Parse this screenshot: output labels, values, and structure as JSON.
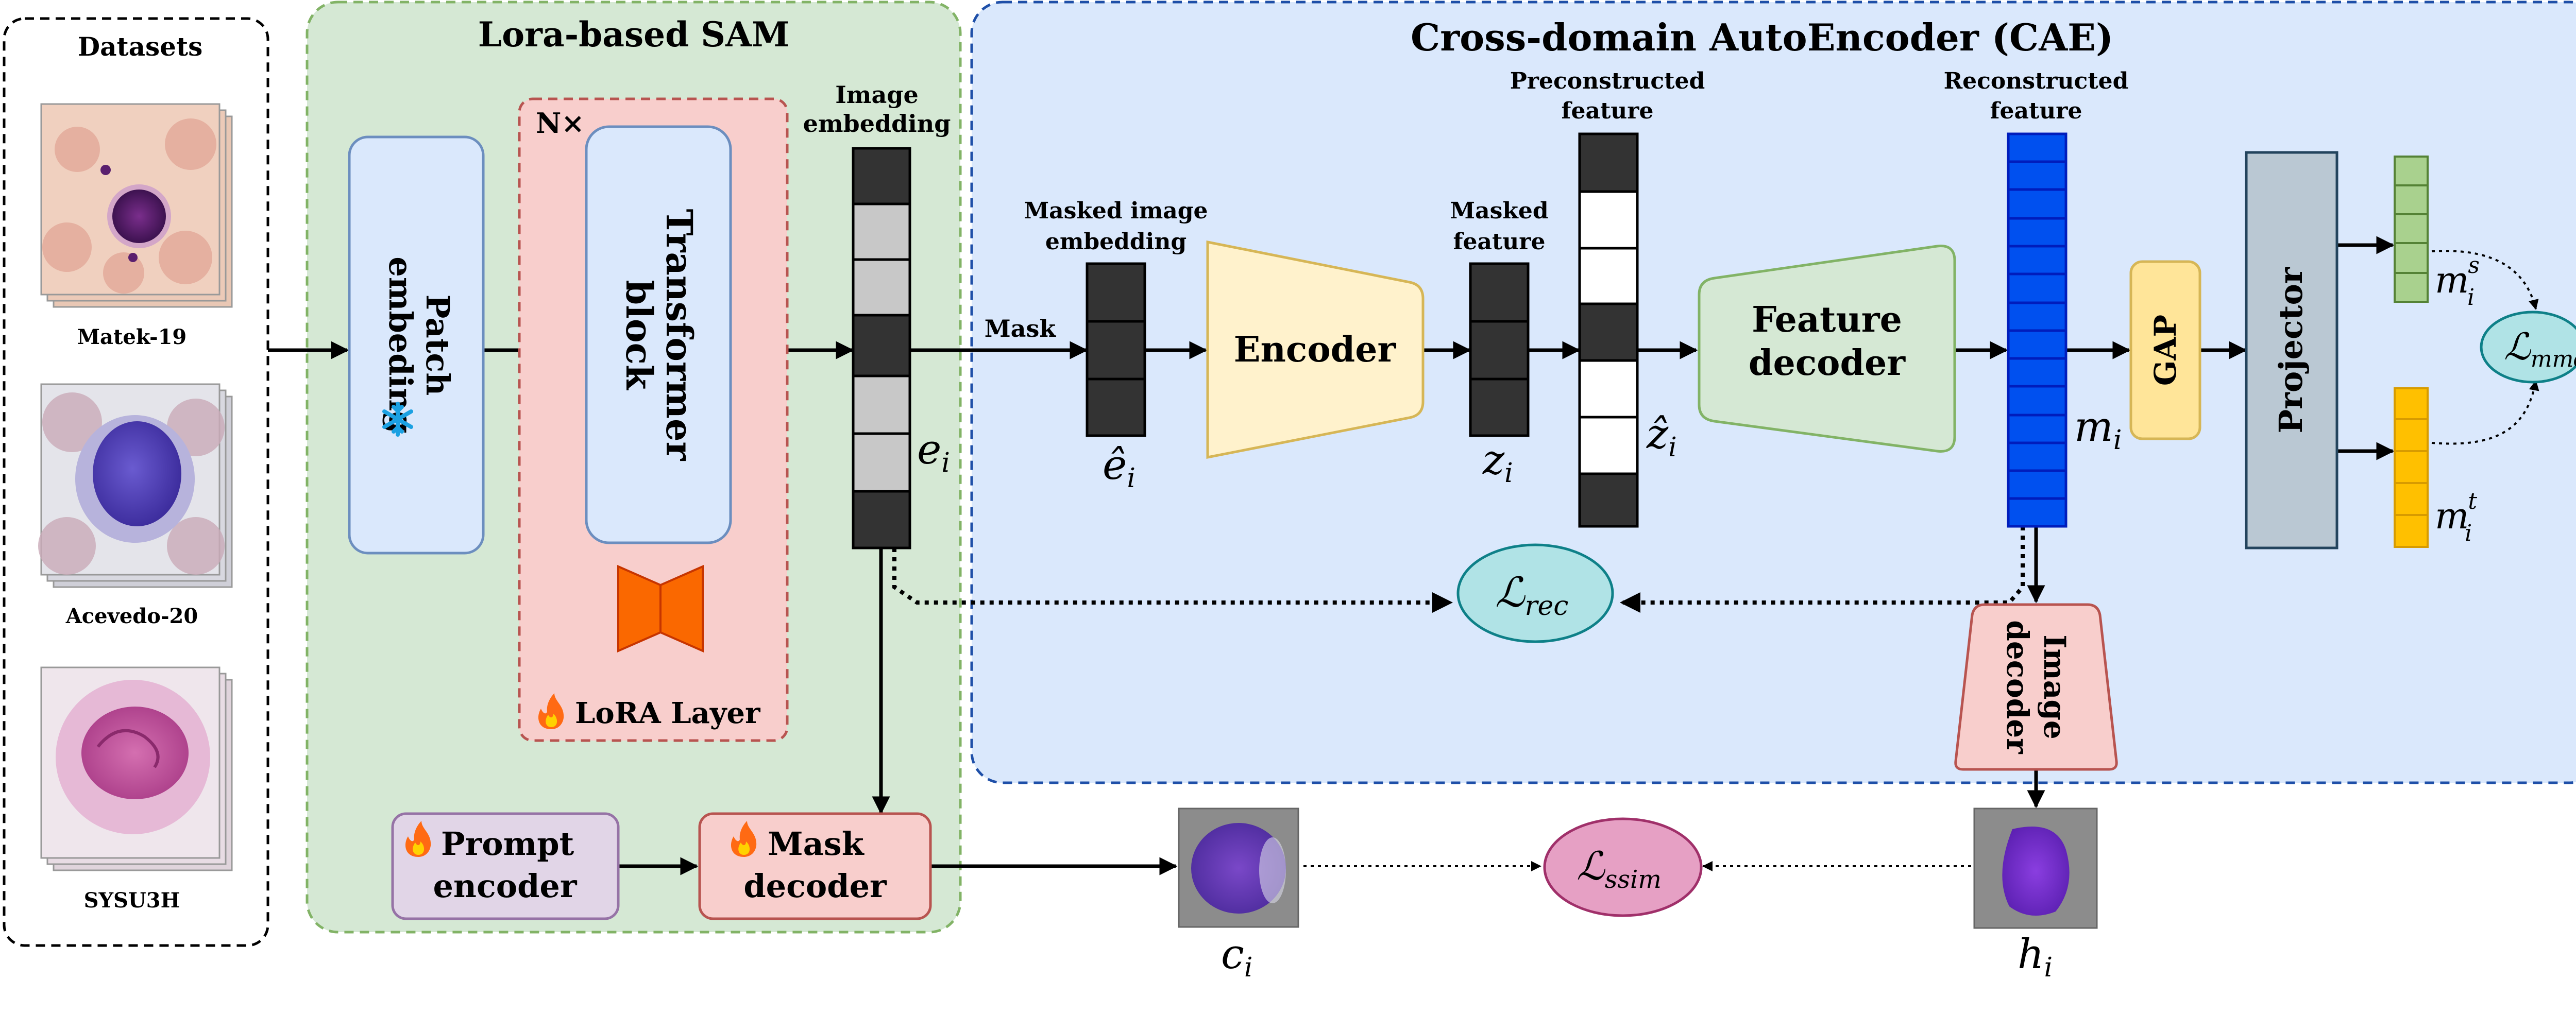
{
  "datasets": {
    "title": "Datasets",
    "items": [
      "Matek-19",
      "Acevedo-20",
      "SYSU3H"
    ]
  },
  "sam": {
    "title": "Lora-based SAM",
    "patch_line1": "Patch",
    "patch_line2": "embeding",
    "n_label": "N×",
    "transformer_line1": "Transformer",
    "transformer_line2": "block",
    "lora_label": "LoRA Layer",
    "image_embedding_line1": "Image",
    "image_embedding_line2": "embedding",
    "e_label": "e",
    "e_sub": "i",
    "prompt_line1": "Prompt",
    "prompt_line2": "encoder",
    "mask_line1": "Mask",
    "mask_line2": "decoder"
  },
  "cae": {
    "title": "Cross-domain AutoEncoder (CAE)",
    "mask_label": "Mask",
    "masked_embedding_line1": "Masked image",
    "masked_embedding_line2": "embedding",
    "ehat_label": "ê",
    "ehat_sub": "i",
    "encoder_label": "Encoder",
    "masked_feature_line1": "Masked",
    "masked_feature_line2": "feature",
    "z_label": "z",
    "z_sub": "i",
    "preconstructed_line1": "Preconstructed",
    "preconstructed_line2": "feature",
    "zhat_label": "ẑ",
    "zhat_sub": "i",
    "feature_decoder_line1": "Feature",
    "feature_decoder_line2": "decoder",
    "reconstructed_line1": "Reconstructed",
    "reconstructed_line2": "feature",
    "m_label": "m",
    "m_sub": "i",
    "gap_label": "GAP",
    "projector_label": "Projector",
    "ms_label": "m",
    "ms_sub": "i",
    "ms_sup": "s",
    "mt_label": "m",
    "mt_sub": "i",
    "mt_sup": "t",
    "mmd_label": "ℒ",
    "mmd_sub": "mmd",
    "rec_label": "ℒ",
    "rec_sub": "rec",
    "image_decoder_line1": "Image",
    "image_decoder_line2": "decoder"
  },
  "outputs": {
    "c_label": "c",
    "c_sub": "i",
    "h_label": "h",
    "h_sub": "i",
    "ssim_label": "ℒ",
    "ssim_sub": "ssim"
  },
  "icons": {
    "frozen": "snowflake-icon",
    "trainable": "flame-icon"
  },
  "colors": {
    "sam_panel": "#d5e8d4",
    "cae_panel": "#dae8fc",
    "lora_panel": "#f8cecc",
    "blue_block": "#dae8fc",
    "encoder": "#fff2cc",
    "feature_decoder": "#d5e8d4",
    "reconstructed": "#0050ef",
    "gap": "#ffe599",
    "projector": "#bac8d3",
    "ms_green": "#a9d18e",
    "mt_orange": "#ffc000",
    "loss_teal": "#b0e3e6",
    "loss_pink": "#e6a0c4",
    "lora_icon": "#fa6800"
  }
}
